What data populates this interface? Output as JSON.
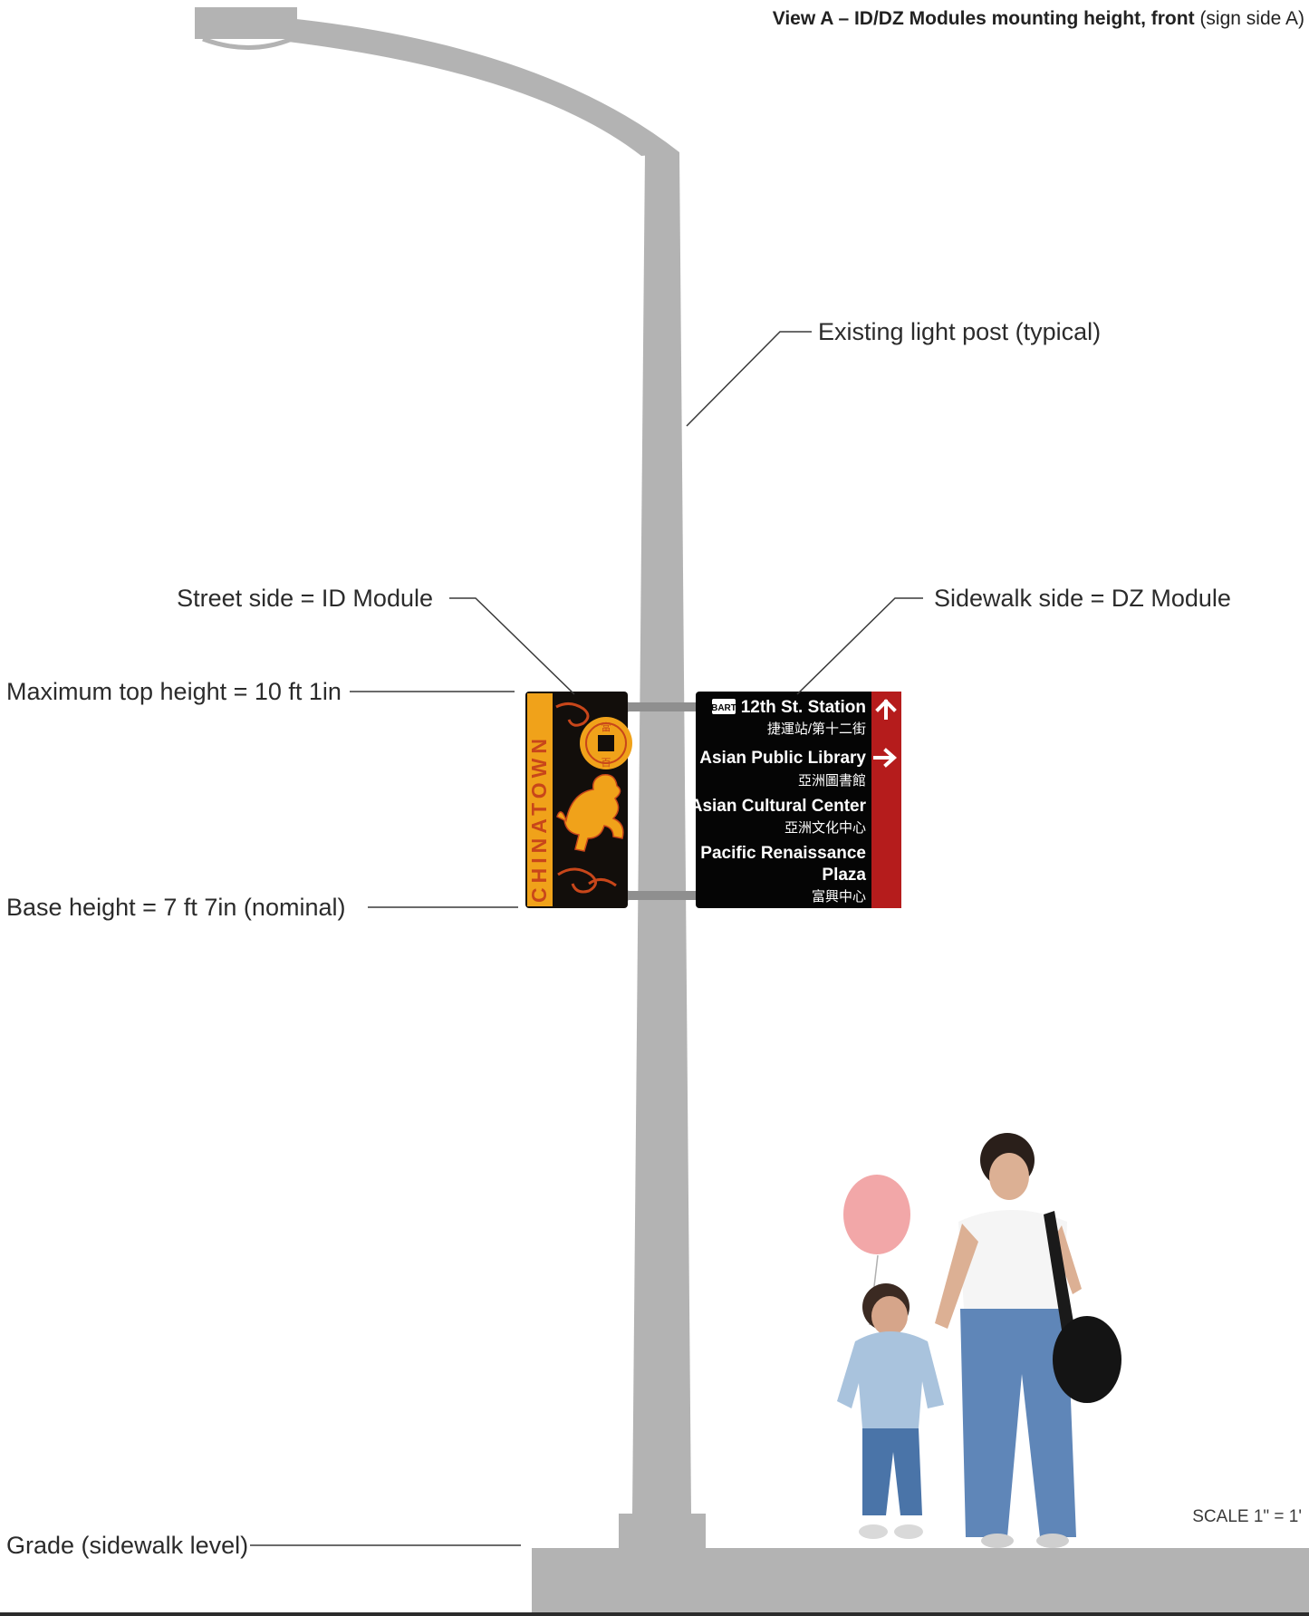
{
  "view_title": {
    "bold": "View A – ID/DZ Modules mounting height, front",
    "light": "(sign side A)"
  },
  "callouts": {
    "light_post": "Existing light post (typical)",
    "street_side": "Street side = ID Module",
    "sidewalk_side": "Sidewalk side = DZ Module",
    "max_top": "Maximum top height = 10 ft 1in",
    "base_height": "Base height =  7 ft 7in (nominal)",
    "grade": "Grade (sidewalk level)"
  },
  "scale": "SCALE 1\" = 1'",
  "id_module": {
    "label": "CHINATOWN",
    "coin_chars": [
      "當",
      "百"
    ],
    "colors": {
      "gold": "#f0a21a",
      "black": "#120e0b",
      "accent": "#c8461a"
    }
  },
  "dz_module": {
    "colors": {
      "black": "#050505",
      "red": "#b51c1c"
    },
    "destinations": [
      {
        "icon": "BART",
        "name": "12th St. Station",
        "chinese": "捷運站/第十二街",
        "arrow": "up"
      },
      {
        "name": "Asian Public Library",
        "chinese": "亞洲圖書館",
        "arrow": "right"
      },
      {
        "name": "Asian Cultural Center",
        "chinese": "亞洲文化中心"
      },
      {
        "name": "Pacific Renaissance",
        "name2": "Plaza",
        "chinese": "富興中心"
      }
    ]
  },
  "colors": {
    "post": "#b3b3b3",
    "leader": "#3a3a3a",
    "grade": "#b3b3b3"
  }
}
